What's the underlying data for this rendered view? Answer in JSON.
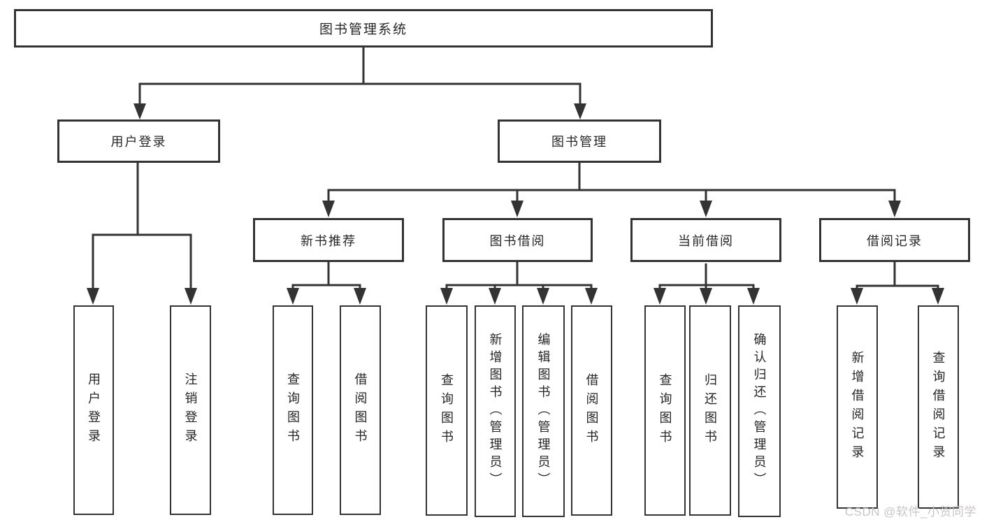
{
  "title": "图书管理系统",
  "colors": {
    "line": "#333333",
    "border": "#333333",
    "text": "#262626",
    "background": "#ffffff",
    "watermark_text": "#c8c5c6"
  },
  "tree": {
    "label": "图书管理系统",
    "children": [
      {
        "label": "用户登录",
        "children": [
          {
            "label": "用户登录"
          },
          {
            "label": "注销登录"
          }
        ]
      },
      {
        "label": "图书管理",
        "children": [
          {
            "label": "新书推荐",
            "children": [
              {
                "label": "查询图书"
              },
              {
                "label": "借阅图书"
              }
            ]
          },
          {
            "label": "图书借阅",
            "children": [
              {
                "label": "查询图书"
              },
              {
                "label": "新增图书（管理员）"
              },
              {
                "label": "编辑图书（管理员）"
              },
              {
                "label": "借阅图书"
              }
            ]
          },
          {
            "label": "当前借阅",
            "children": [
              {
                "label": "查询图书"
              },
              {
                "label": "归还图书"
              },
              {
                "label": "确认归还（管理员）"
              }
            ]
          },
          {
            "label": "借阅记录",
            "children": [
              {
                "label": "新增借阅记录"
              },
              {
                "label": "查询借阅记录"
              }
            ]
          }
        ]
      }
    ]
  },
  "watermark": {
    "text": "CSDN @软件_小贺同学"
  }
}
